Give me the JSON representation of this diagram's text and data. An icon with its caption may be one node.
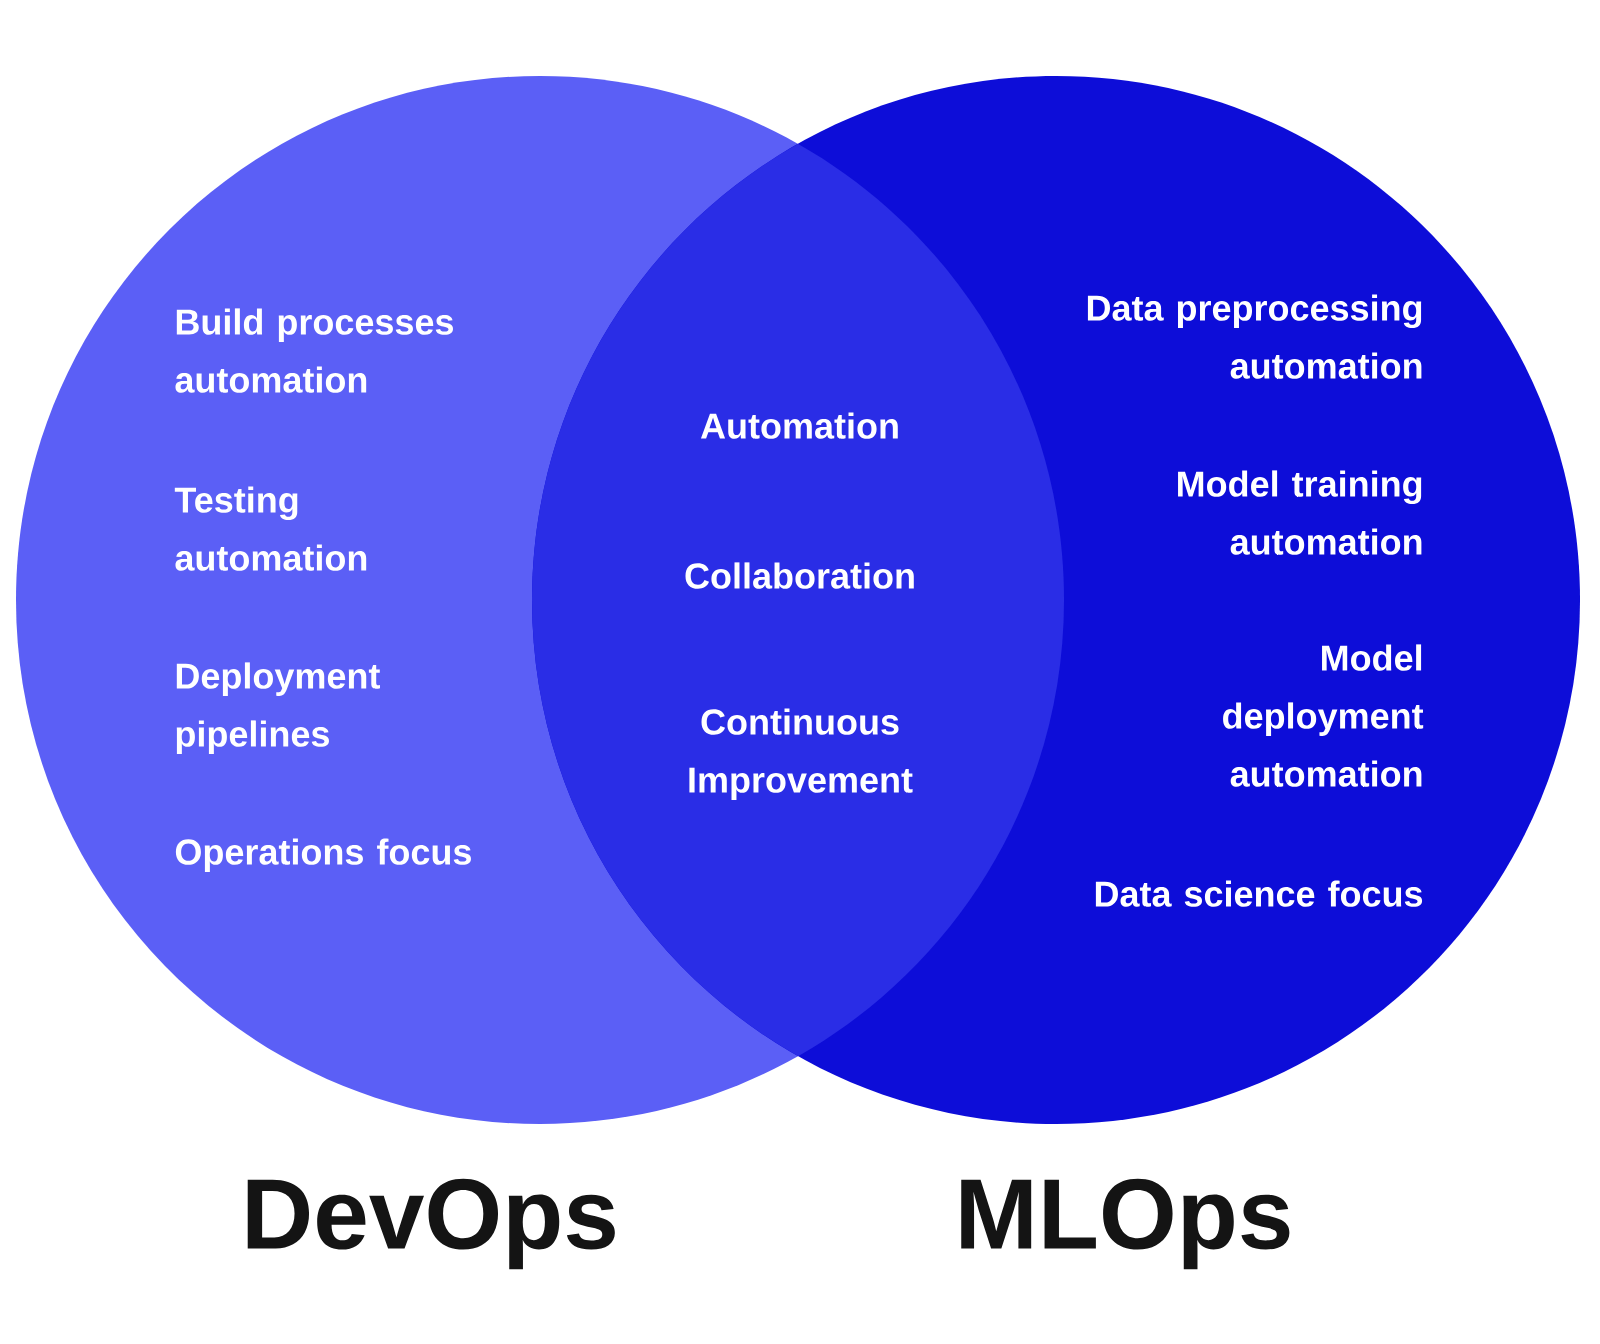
{
  "diagram": {
    "nodes": [
      {
        "text": [
          "DevOps",
          "Build processes automation",
          "Testing automation",
          "Deployment pipelines",
          "Operations focus"
        ]
      },
      {
        "text": [
          "MLOps",
          "Data preprocessing automation",
          "Model training automation",
          "Model deployment automation",
          "Data science focus"
        ]
      }
    ],
    "labels": [
      "Automation",
      "Collaboration",
      "Continuous Improvement"
    ]
  }
}
